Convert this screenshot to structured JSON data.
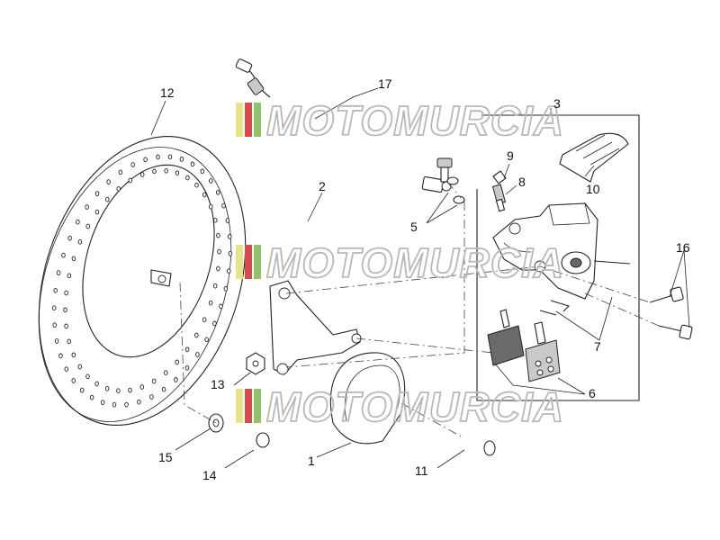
{
  "callouts": {
    "c1": "1",
    "c2": "2",
    "c3": "3",
    "c5": "5",
    "c6": "6",
    "c7": "7",
    "c8": "8",
    "c9": "9",
    "c10": "10",
    "c11": "11",
    "c12": "12",
    "c13": "13",
    "c14": "14",
    "c15": "15",
    "c16": "16",
    "c17": "17"
  },
  "watermark": {
    "text": "MOTOMURCIA",
    "stripe_colors": [
      "#e8e28a",
      "#d94a4a",
      "#8fc46a"
    ]
  }
}
